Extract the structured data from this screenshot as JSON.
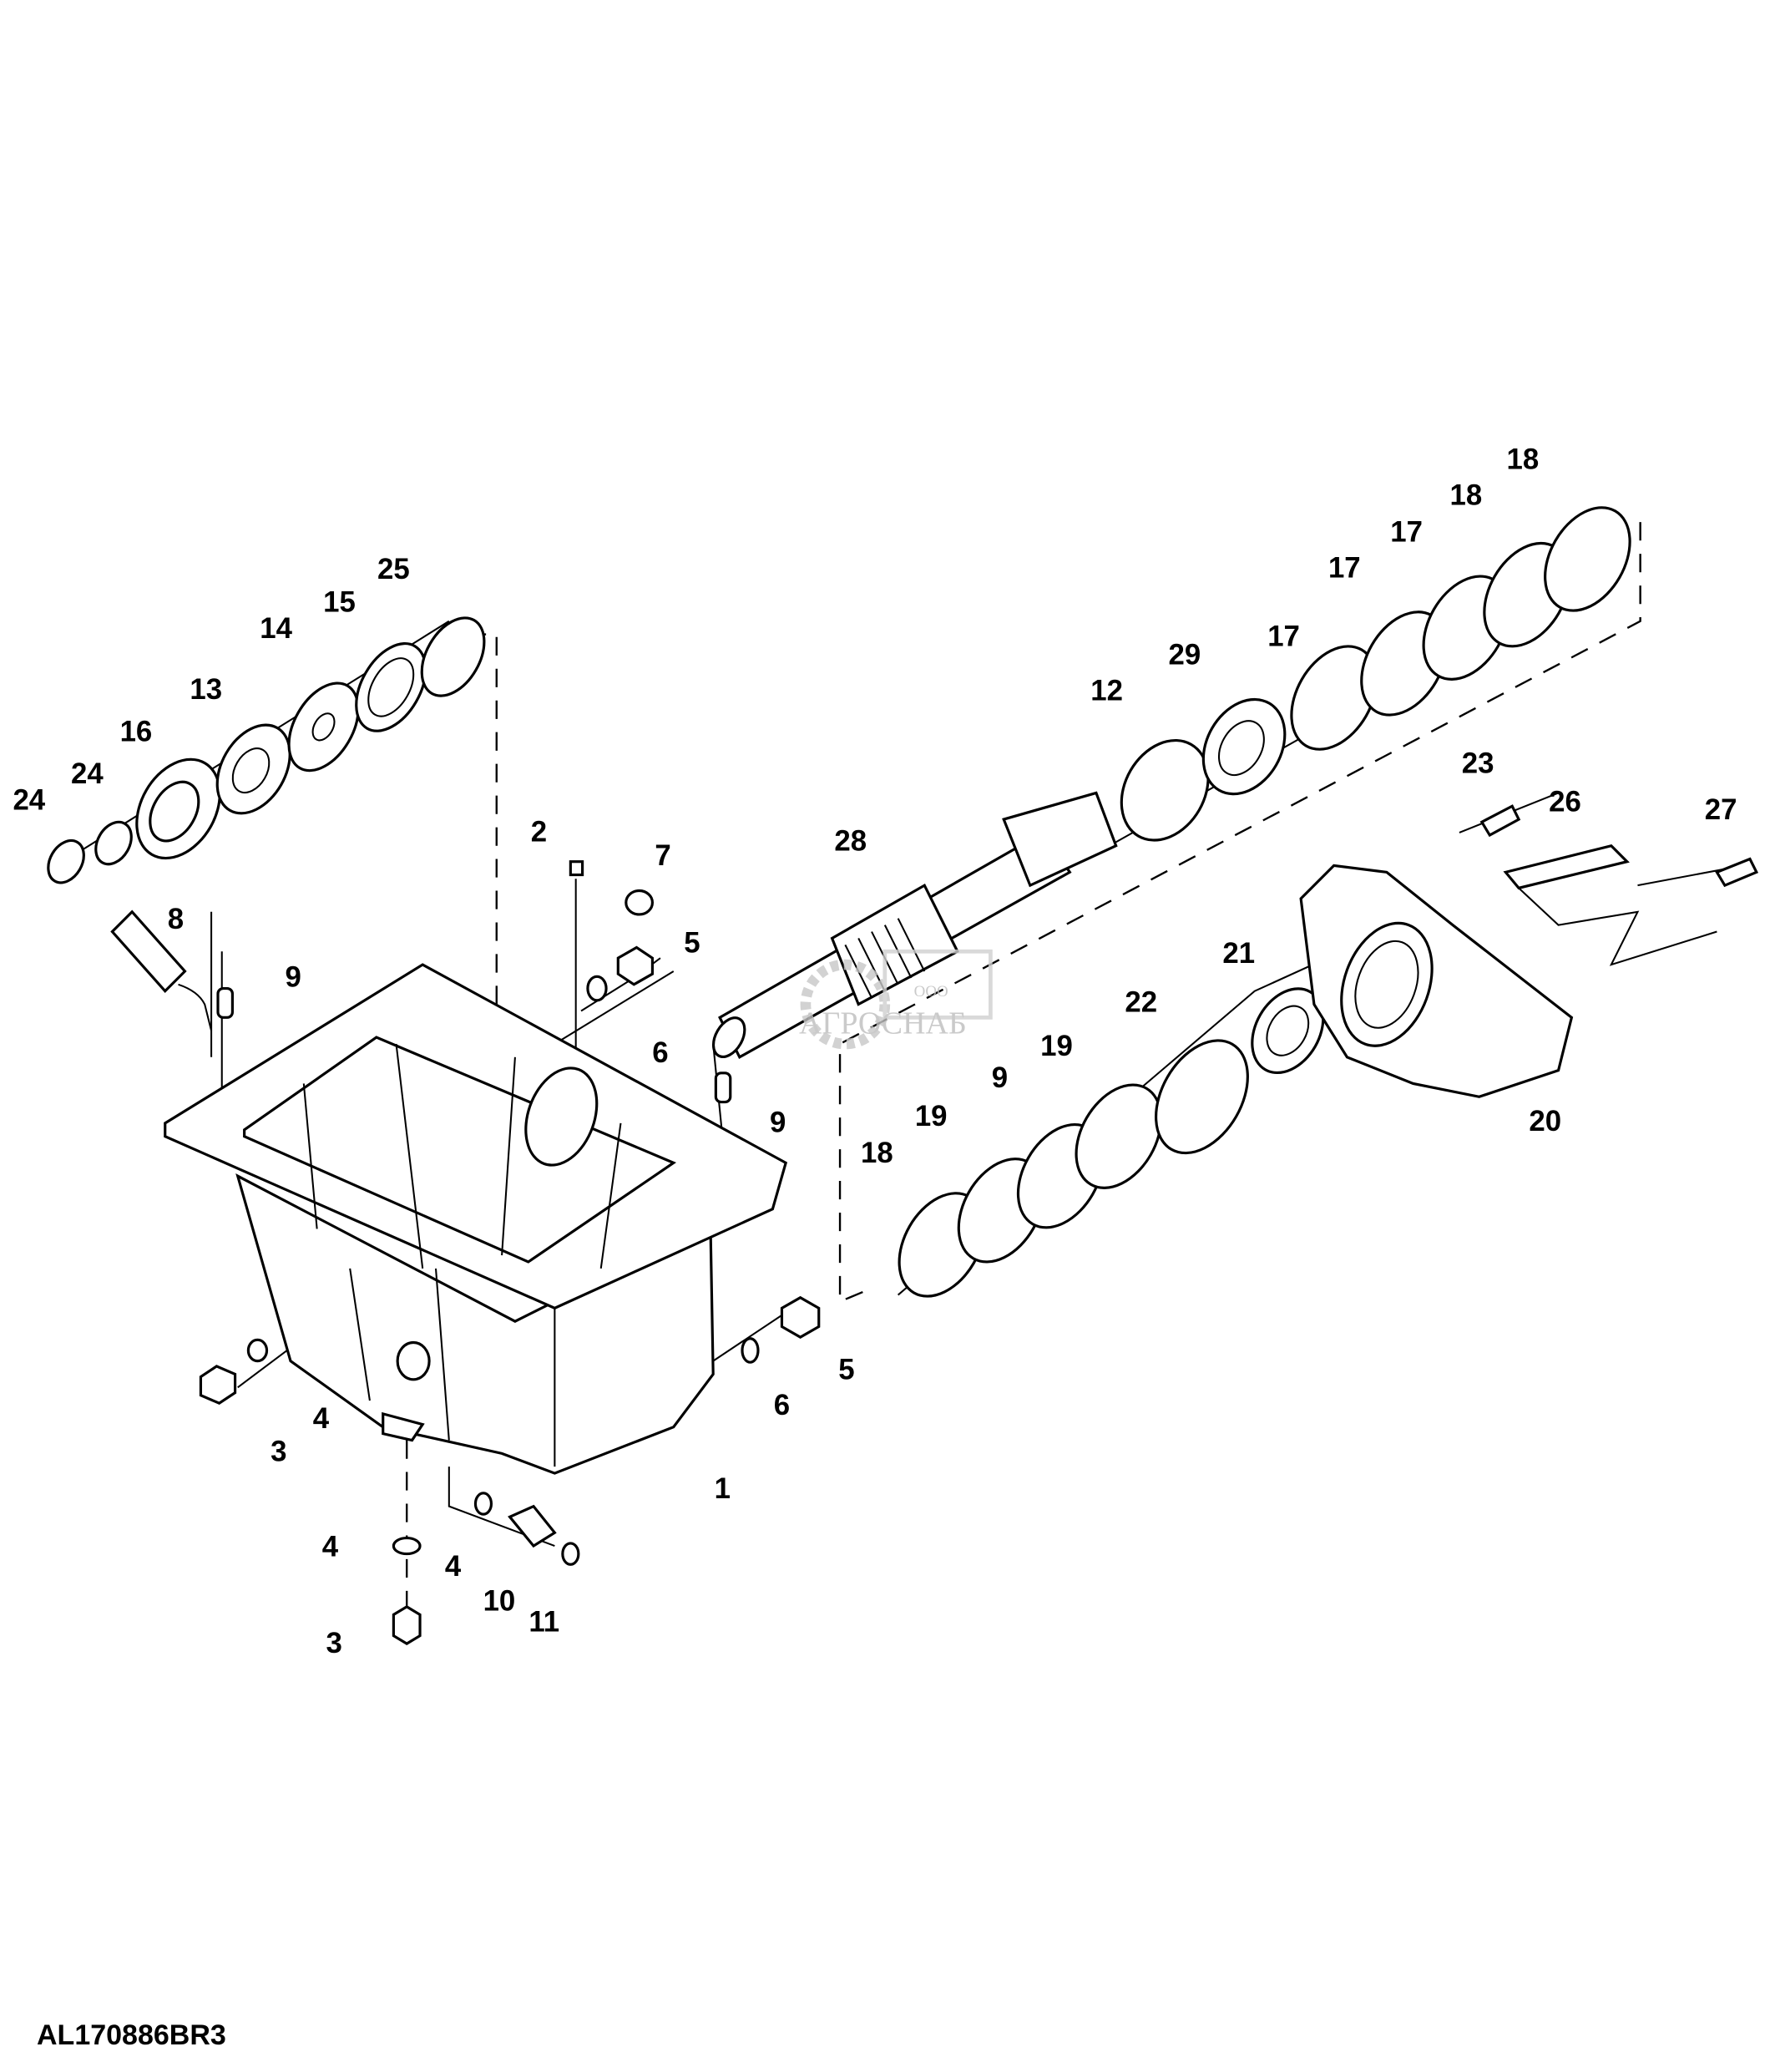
{
  "diagram_code": "AL170886BR3",
  "watermark": {
    "prefix": "ООО",
    "name": "АГРОСНАБ"
  },
  "callouts": [
    "24",
    "24",
    "16",
    "13",
    "14",
    "15",
    "25",
    "2",
    "7",
    "5",
    "6",
    "8",
    "9",
    "9",
    "28",
    "12",
    "29",
    "17",
    "17",
    "17",
    "18",
    "18",
    "23",
    "26",
    "27",
    "21",
    "22",
    "19",
    "9",
    "19",
    "18",
    "20",
    "5",
    "6",
    "1",
    "4",
    "3",
    "4",
    "4",
    "10",
    "11",
    "3"
  ]
}
